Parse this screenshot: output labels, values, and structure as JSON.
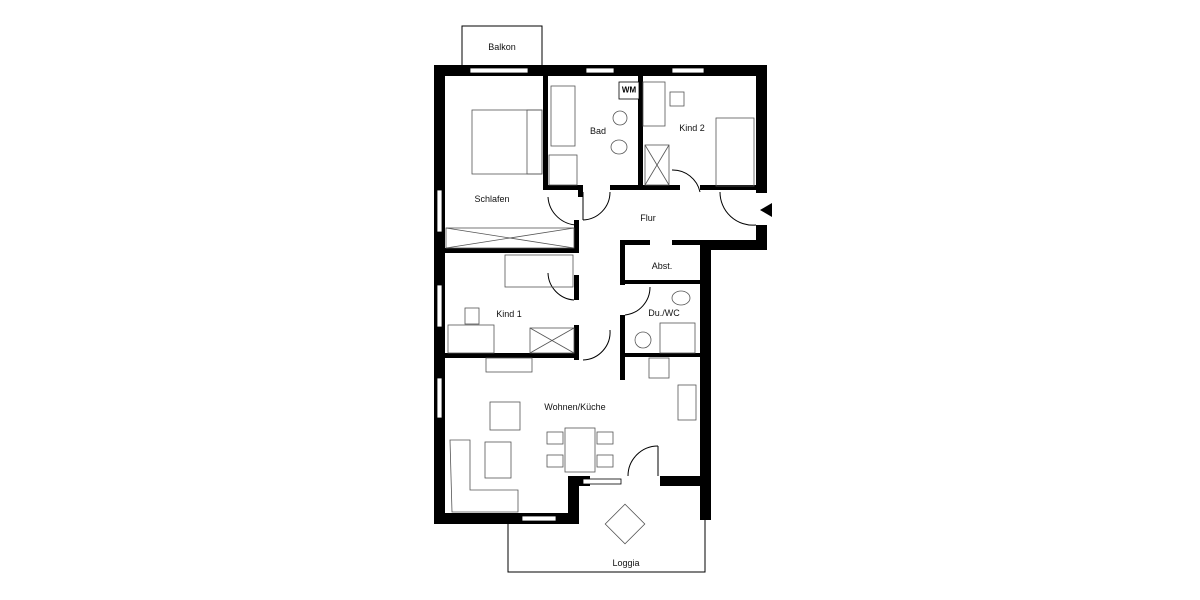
{
  "floorplan": {
    "rooms": [
      {
        "id": "balkon",
        "label": "Balkon"
      },
      {
        "id": "schlafen",
        "label": "Schlafen"
      },
      {
        "id": "bad",
        "label": "Bad"
      },
      {
        "id": "kind2",
        "label": "Kind 2"
      },
      {
        "id": "flur",
        "label": "Flur"
      },
      {
        "id": "abst",
        "label": "Abst."
      },
      {
        "id": "kind1",
        "label": "Kind 1"
      },
      {
        "id": "duwc",
        "label": "Du./WC"
      },
      {
        "id": "wohnen",
        "label": "Wohnen/Küche"
      },
      {
        "id": "loggia",
        "label": "Loggia"
      }
    ],
    "fixtures": {
      "washing_machine": "WM"
    },
    "colors": {
      "wall": "#000000",
      "background": "#ffffff"
    }
  }
}
